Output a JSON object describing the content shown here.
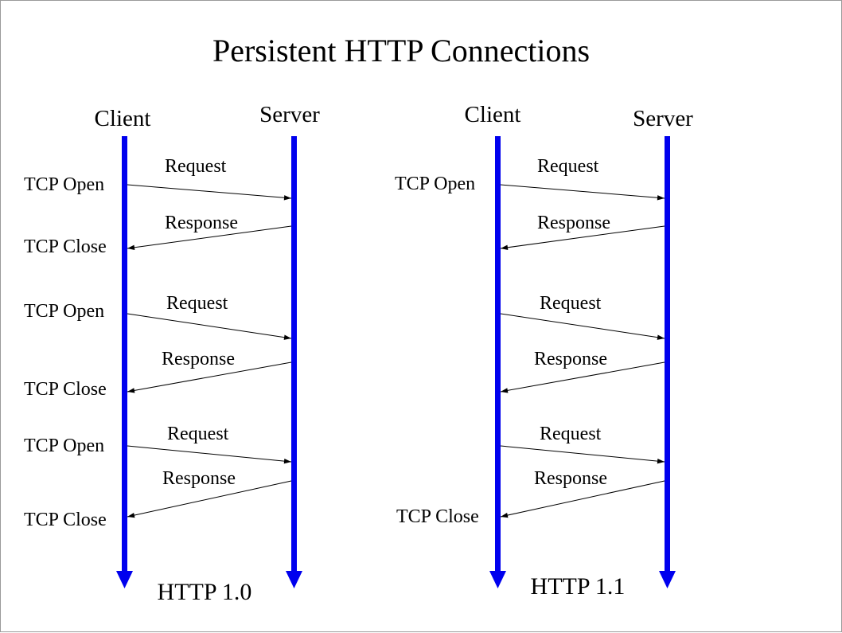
{
  "title": "Persistent HTTP Connections",
  "colors": {
    "lifeline": "#0000ee",
    "arrow": "#000000",
    "background": "#ffffff"
  },
  "panels": [
    {
      "client_label": "Client",
      "server_label": "Server",
      "version_label": "HTTP 1.0",
      "events": [
        "TCP Open",
        "TCP Close",
        "TCP Open",
        "TCP Close",
        "TCP Open",
        "TCP Close"
      ],
      "messages": [
        {
          "label": "Request",
          "direction": "to-server"
        },
        {
          "label": "Response",
          "direction": "to-client"
        },
        {
          "label": "Request",
          "direction": "to-server"
        },
        {
          "label": "Response",
          "direction": "to-client"
        },
        {
          "label": "Request",
          "direction": "to-server"
        },
        {
          "label": "Response",
          "direction": "to-client"
        }
      ]
    },
    {
      "client_label": "Client",
      "server_label": "Server",
      "version_label": "HTTP 1.1",
      "events": [
        "TCP Open",
        "TCP Close"
      ],
      "messages": [
        {
          "label": "Request",
          "direction": "to-server"
        },
        {
          "label": "Response",
          "direction": "to-client"
        },
        {
          "label": "Request",
          "direction": "to-server"
        },
        {
          "label": "Response",
          "direction": "to-client"
        },
        {
          "label": "Request",
          "direction": "to-server"
        },
        {
          "label": "Response",
          "direction": "to-client"
        }
      ]
    }
  ]
}
